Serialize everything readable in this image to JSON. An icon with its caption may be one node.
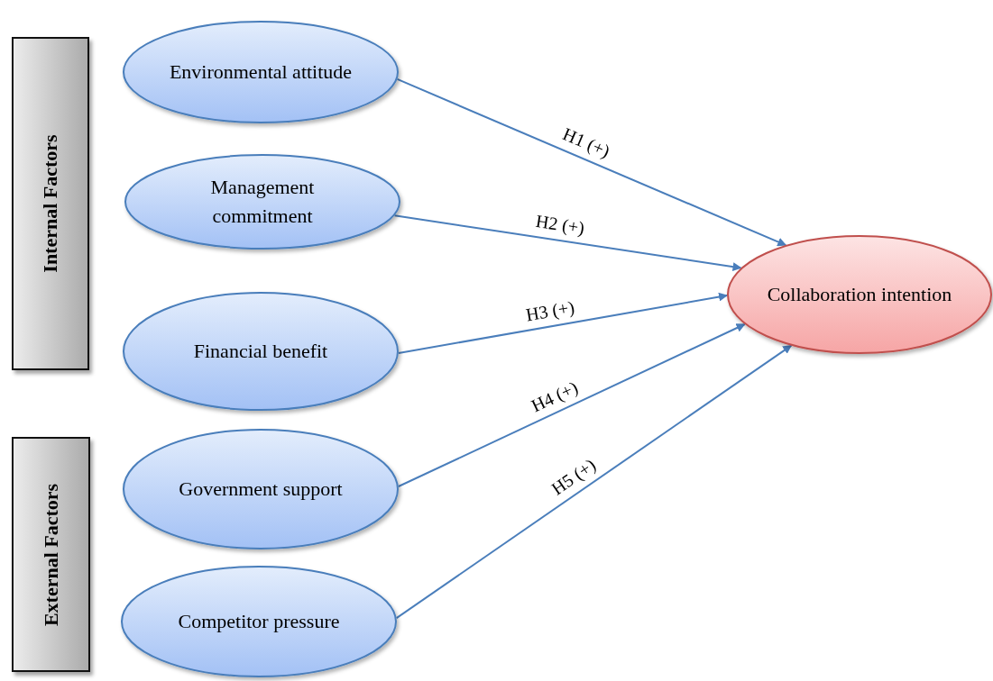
{
  "diagram": {
    "nodes": [
      {
        "text": [
          "Internal Factors"
        ]
      },
      {
        "text": [
          "Environmental attitude"
        ]
      },
      {
        "text": [
          "Management commitment"
        ]
      },
      {
        "text": [
          "Financial benefit"
        ]
      },
      {
        "text": [
          "External Factors"
        ]
      },
      {
        "text": [
          "Government support"
        ]
      },
      {
        "text": [
          "Competitor pressure"
        ]
      },
      {
        "text": [
          "Collaboration intention"
        ]
      }
    ],
    "edges": [
      {
        "from": 1,
        "to": 7,
        "arrow": "to",
        "label": "H1 (+)"
      },
      {
        "from": 2,
        "to": 7,
        "arrow": "to",
        "label": "H2 (+)"
      },
      {
        "from": 3,
        "to": 7,
        "arrow": "to",
        "label": "H3 (+)"
      },
      {
        "from": 5,
        "to": 7,
        "arrow": "to",
        "label": "H4 (+)"
      },
      {
        "from": 6,
        "to": 7,
        "arrow": "to",
        "label": "H5 (+)"
      }
    ]
  }
}
